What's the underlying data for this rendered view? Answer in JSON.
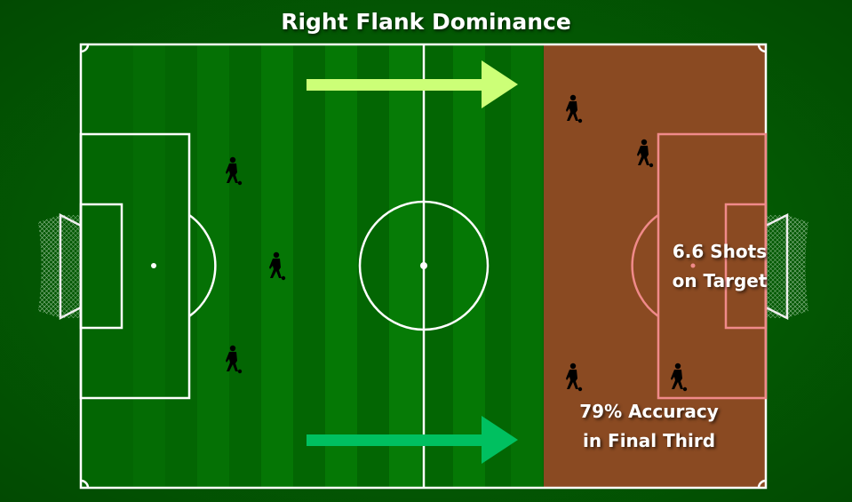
{
  "title": "Right Flank Dominance",
  "annotations": {
    "shots_line1": "6.6 Shots",
    "shots_line2": "on Target",
    "accuracy_line1": "79% Accuracy",
    "accuracy_line2": "in Final Third"
  },
  "colors": {
    "highlight_zone": "#8a4a22",
    "highlight_lines": "#f08a8a",
    "arrow_top": "#ccff77",
    "arrow_bottom": "#00c060"
  }
}
